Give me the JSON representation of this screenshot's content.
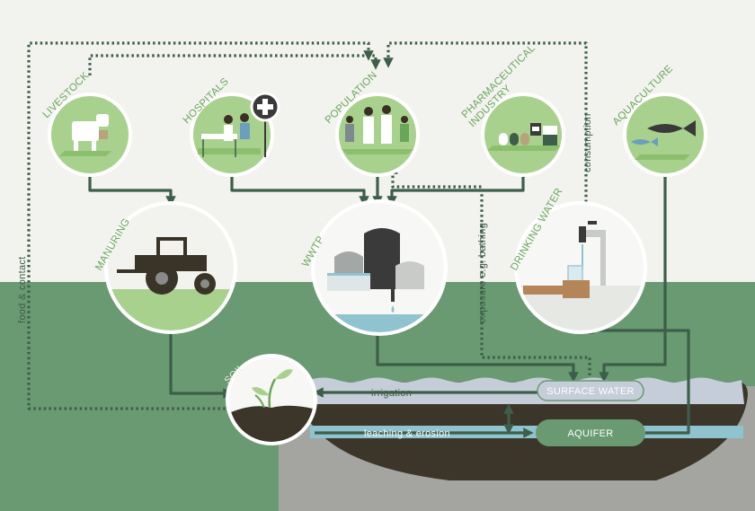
{
  "nodes": {
    "livestock": "LIVESTOCK",
    "hospitals": "HOSPITALS",
    "population": "POPULATION",
    "pharma_line1": "PHARMACEUTICAL",
    "pharma_line2": "INDUSTRY",
    "aquaculture": "AQUACULTURE",
    "manuring": "MANURING",
    "wwtp": "WWTP",
    "drinking_water": "DRINKING WATER",
    "soil": "SOIL",
    "surface_water": "SURFACE WATER",
    "aquifer": "AQUIFER"
  },
  "flows": {
    "food_contact": "food & contact",
    "consumption": "consumption",
    "exposure": "exposure e.g. bathing",
    "irrigation": "irrigation",
    "leaching": "leaching & erosion"
  },
  "colors": {
    "background_top": "#f2f3ee",
    "background_ground": "#6a9a72",
    "circle_fill": "#a9d18e",
    "arrow": "#3d5e49",
    "label_green": "#6aa55c",
    "soil_dark": "#3a3328",
    "water": "#8fc3cf"
  }
}
